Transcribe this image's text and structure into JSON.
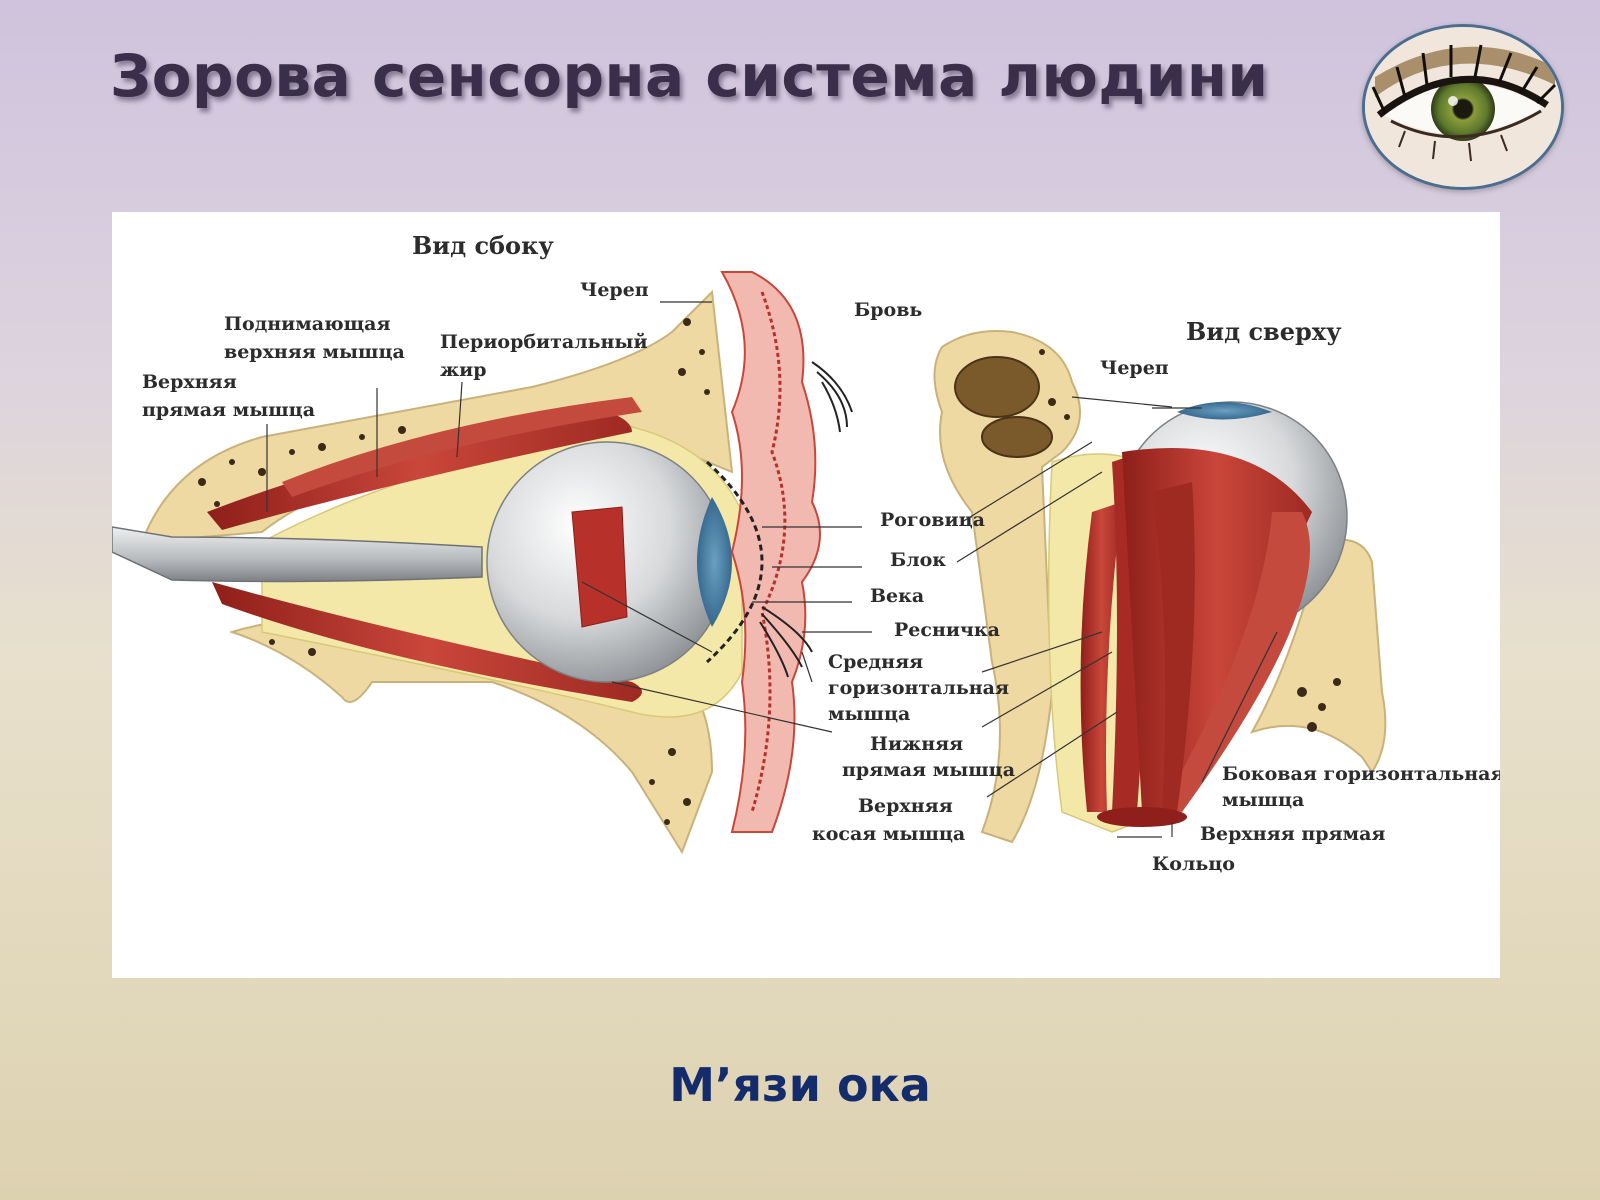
{
  "slide": {
    "title": "Зорова сенсорна система людини",
    "caption": "М’язи ока"
  },
  "diagram": {
    "side_view": {
      "heading": "Вид сбоку",
      "labels": {
        "skull": "Череп",
        "brow": "Бровь",
        "levator_1": "Поднимающая",
        "levator_2": "верхняя мышца",
        "fat_1": "Периорбитальный",
        "fat_2": "жир",
        "superior_rectus_1": "Верхняя",
        "superior_rectus_2": "прямая мышца"
      }
    },
    "top_view": {
      "heading": "Вид сверху",
      "labels": {
        "skull": "Череп",
        "cornea": "Роговица",
        "trochlea": "Блок",
        "eyelids": "Века",
        "eyelash": "Ресничка",
        "medial_1": "Средняя",
        "medial_2": "горизонтальная",
        "medial_3": "мышца",
        "inferior_rectus_1": "Нижняя",
        "inferior_rectus_2": "прямая мышца",
        "superior_oblique_1": "Верхняя",
        "superior_oblique_2": "косая мышца",
        "lateral_1": "Боковая горизонтальная",
        "lateral_2": "мышца",
        "superior_rectus": "Верхняя прямая",
        "ring": "Кольцо"
      }
    }
  },
  "colors": {
    "muscle": "#b8302a",
    "bone": "#efd9a2",
    "fat": "#f3e8a8",
    "eyeball": "#d8dadc",
    "skin": "#f2b9b0",
    "title": "#3a2f4a",
    "caption": "#142c6b"
  },
  "icons": {
    "badge": "eye-icon"
  }
}
